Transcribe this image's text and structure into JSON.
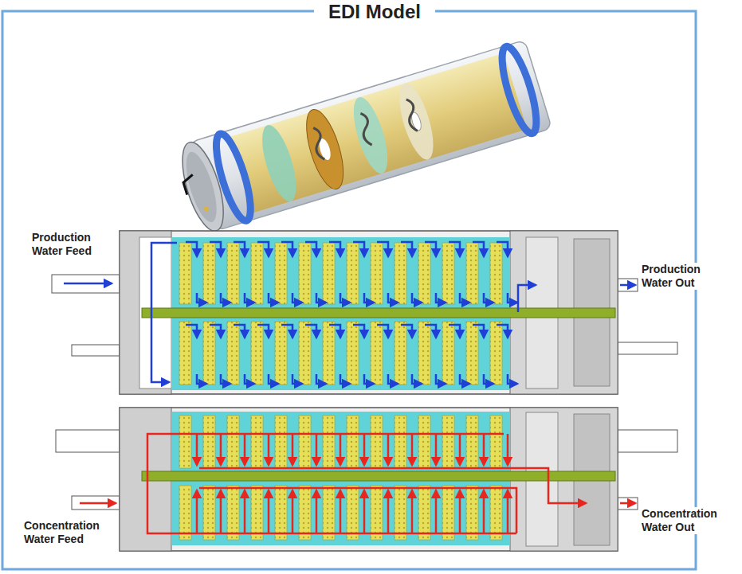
{
  "diagram": {
    "title": "EDI Model",
    "labels": [
      "Production Water Feed",
      "Production Water Out",
      "Concentration Water Feed",
      "Concentration Water Out"
    ]
  }
}
